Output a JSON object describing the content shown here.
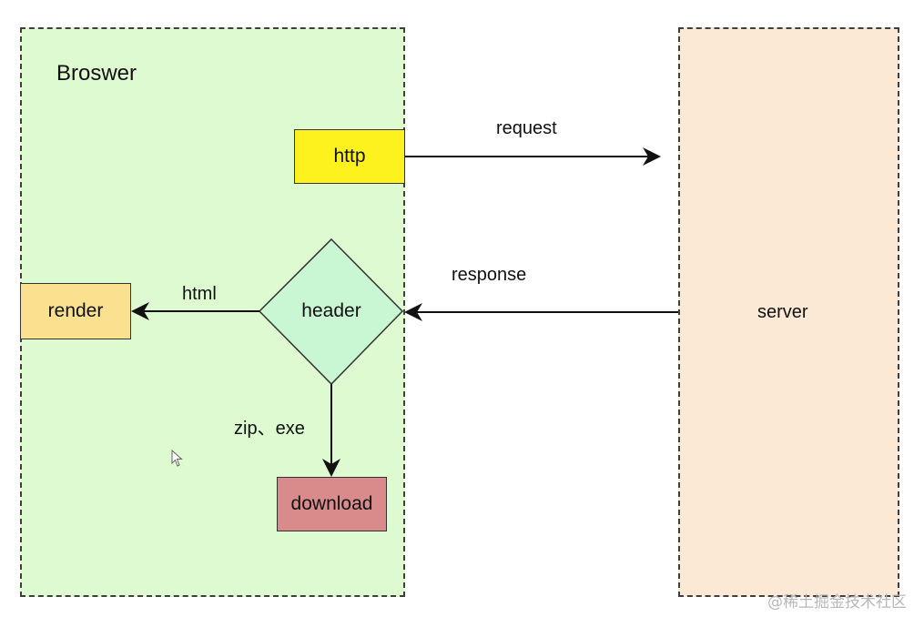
{
  "regions": {
    "browser": {
      "title": "Broswer"
    },
    "server": {
      "label": "server"
    }
  },
  "nodes": {
    "http": "http",
    "header": "header",
    "render": "render",
    "download": "download"
  },
  "edges": {
    "request": "request",
    "response": "response",
    "html": "html",
    "zip_exe": "zip、exe"
  },
  "watermark": "@稀土掘金技术社区",
  "colors": {
    "browser_bg": "#ddfad0",
    "server_bg": "#fbe8d5",
    "http_fill": "#fdf21d",
    "header_fill": "#c9f7d4",
    "render_fill": "#fbe08f",
    "download_fill": "#d98a8a"
  }
}
